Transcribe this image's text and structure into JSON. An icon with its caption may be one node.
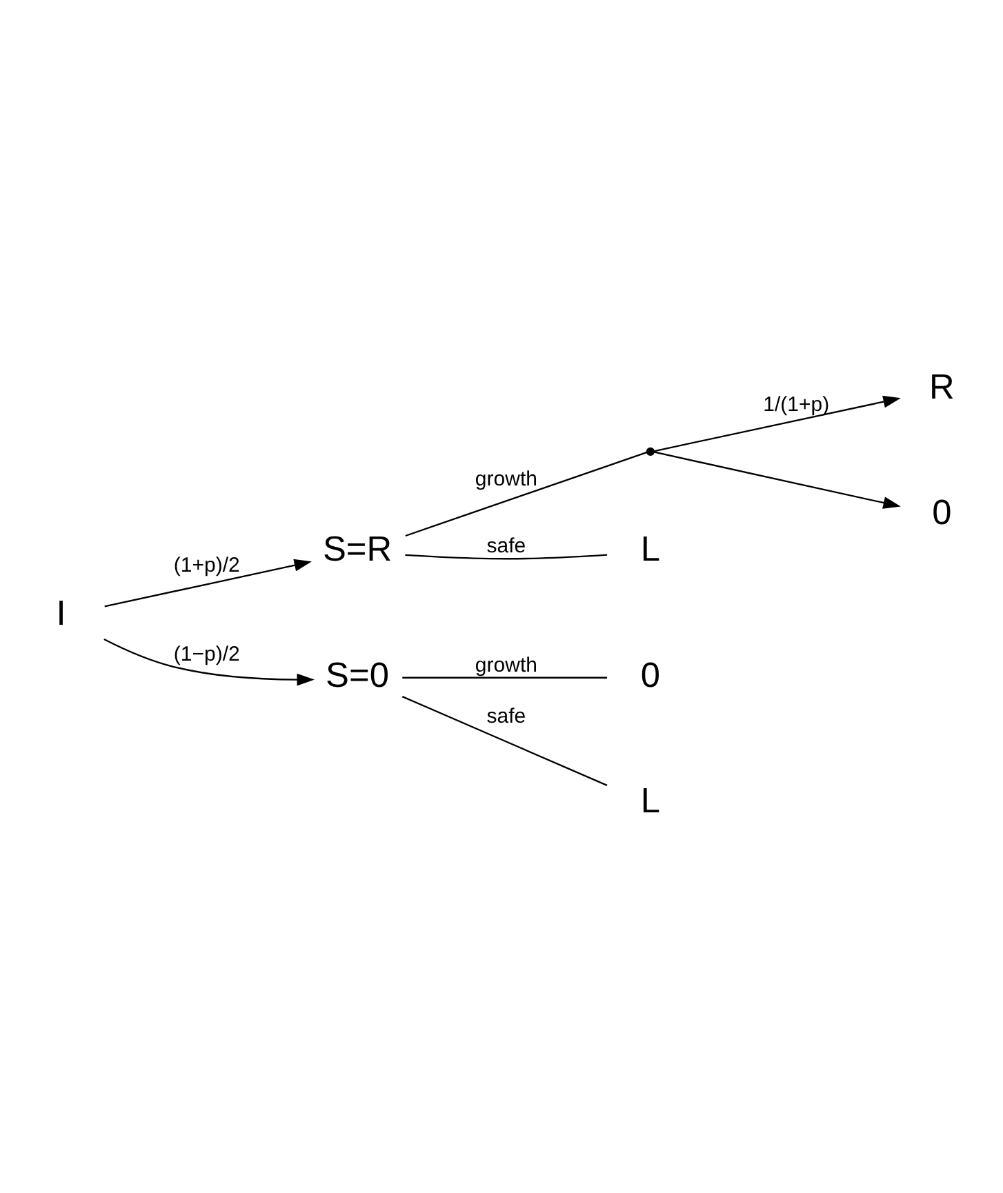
{
  "diagram": {
    "nodes": [
      {
        "text": [
          "I"
        ]
      },
      {
        "text": [
          "S=R"
        ]
      },
      {
        "text": [
          "S=0"
        ]
      },
      {
        "text": [],
        "shape": "point"
      },
      {
        "text": [
          "R"
        ]
      },
      {
        "text": [
          "0"
        ]
      },
      {
        "text": [
          "L"
        ]
      },
      {
        "text": [
          "0"
        ]
      },
      {
        "text": [
          "L"
        ]
      }
    ],
    "edges": [
      {
        "from": 0,
        "to": 1,
        "arrow": "to",
        "label": "(1+p)/2"
      },
      {
        "from": 0,
        "to": 2,
        "arrow": "to",
        "label": "(1−p)/2"
      },
      {
        "from": 1,
        "to": 3,
        "arrow": "none",
        "label": "growth"
      },
      {
        "from": 3,
        "to": 4,
        "arrow": "to",
        "label": "1/(1+p)"
      },
      {
        "from": 3,
        "to": 5,
        "arrow": "to"
      },
      {
        "from": 1,
        "to": 6,
        "arrow": "none",
        "label": "safe"
      },
      {
        "from": 2,
        "to": 7,
        "arrow": "none",
        "label": "growth"
      },
      {
        "from": 2,
        "to": 8,
        "arrow": "none",
        "label": "safe"
      }
    ]
  }
}
